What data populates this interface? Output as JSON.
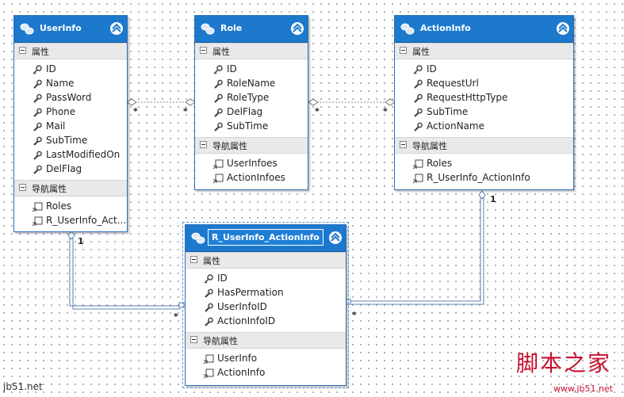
{
  "entities": {
    "userinfo": {
      "name": "UserInfo",
      "props_title": "属性",
      "props": [
        "ID",
        "Name",
        "PassWord",
        "Phone",
        "Mail",
        "SubTime",
        "LastModifiedOn",
        "DelFlag"
      ],
      "nav_title": "导航属性",
      "nav": [
        "Roles",
        "R_UserInfo_Act..."
      ]
    },
    "role": {
      "name": "Role",
      "props_title": "属性",
      "props": [
        "ID",
        "RoleName",
        "RoleType",
        "DelFlag",
        "SubTime"
      ],
      "nav_title": "导航属性",
      "nav": [
        "UserInfoes",
        "ActionInfoes"
      ]
    },
    "actioninfo": {
      "name": "ActionInfo",
      "props_title": "属性",
      "props": [
        "ID",
        "RequestUrl",
        "RequestHttpType",
        "SubTime",
        "ActionName"
      ],
      "nav_title": "导航属性",
      "nav": [
        "Roles",
        "R_UserInfo_ActionInfo"
      ]
    },
    "r_userinfo_actioninfo": {
      "name": "R_UserInfo_ActionInfo",
      "props_title": "属性",
      "props": [
        "ID",
        "HasPermation",
        "UserInfoID",
        "ActionInfoID"
      ],
      "nav_title": "导航属性",
      "nav": [
        "UserInfo",
        "ActionInfo"
      ]
    }
  },
  "associations": {
    "userinfo_role": {
      "left": "*",
      "right": "*"
    },
    "role_actioninfo": {
      "left": "*",
      "right": "*"
    },
    "userinfo_r": {
      "one": "1",
      "many": "*"
    },
    "actioninfo_r": {
      "one": "1",
      "many": "*"
    }
  },
  "watermark": {
    "left": "jb51.net",
    "cn": "脚本之家",
    "url": "www.jb51.net"
  },
  "colors": {
    "header": "#1c79cc",
    "connector": "#5a7fb5",
    "section": "#e9e9e9"
  }
}
